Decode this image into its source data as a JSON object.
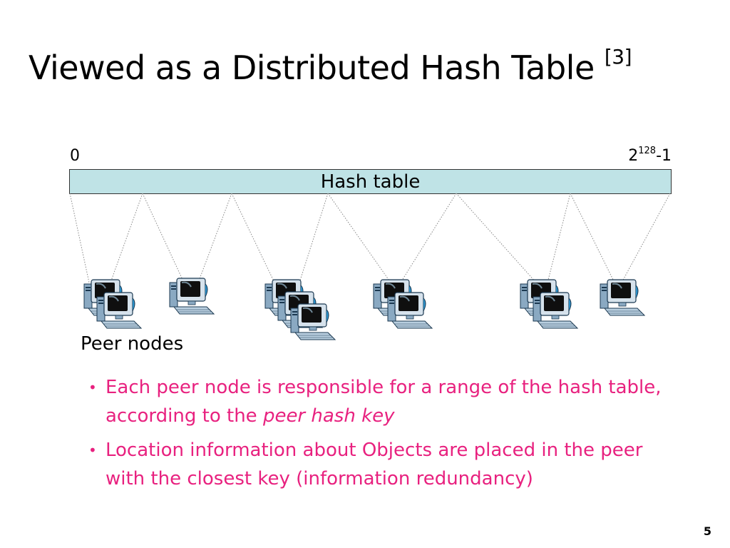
{
  "slide": {
    "title": "Viewed as a Distributed Hash Table",
    "title_citation": "[3]",
    "page_number": "5"
  },
  "hash_table": {
    "label": "Hash table",
    "min_label": "0",
    "max_base": "2",
    "max_exponent": "128",
    "max_suffix": "-1",
    "bar_color": "#bfe3e6"
  },
  "peers": {
    "label": "Peer nodes",
    "icon": "computer-icon",
    "groups": [
      {
        "count": 2
      },
      {
        "count": 1
      },
      {
        "count": 3
      },
      {
        "count": 2
      },
      {
        "count": 2
      },
      {
        "count": 1
      }
    ]
  },
  "bullets": {
    "color": "#e8217f",
    "items": [
      {
        "text": "Each peer node is responsible for a range of the hash table, according to the ",
        "emphasis": "peer hash key"
      },
      {
        "text": "Location information about Objects are placed in the peer with the closest key (information redundancy)",
        "emphasis": ""
      }
    ]
  }
}
